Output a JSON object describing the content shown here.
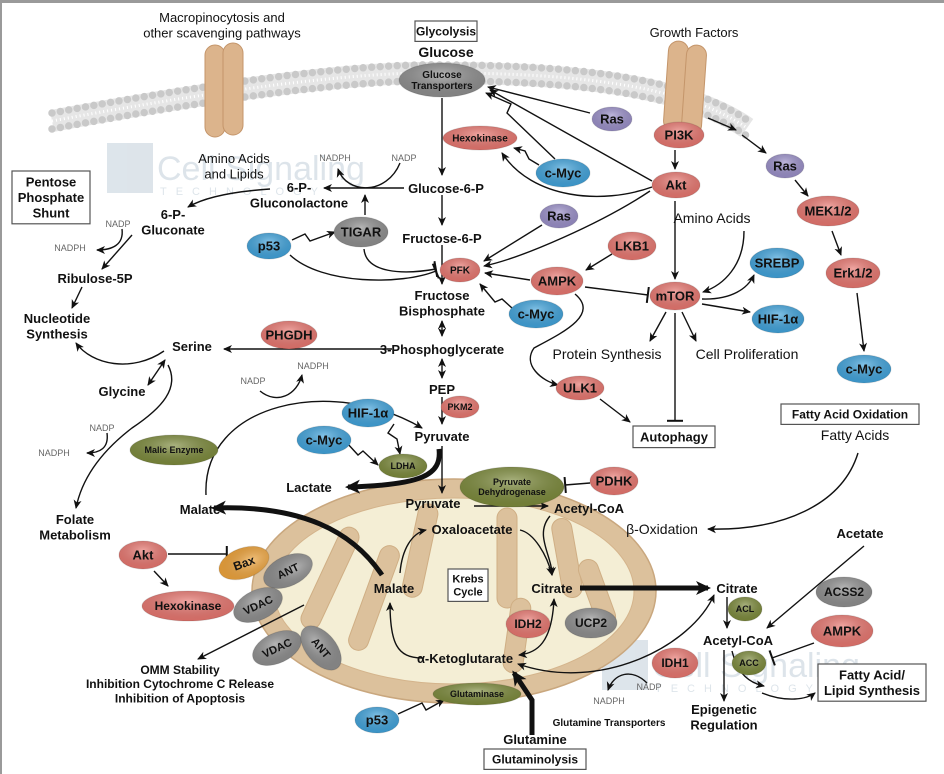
{
  "colors": {
    "red": "#e9766f",
    "blue": "#3fa3dc",
    "purple": "#9a8fc9",
    "olive": "#7c8a3a",
    "gray": "#8e8e8e",
    "orange": "#f0a43a",
    "channel": "#dcb48c",
    "mito_outer": "#dcc19c",
    "mito_inner": "#f4eed5",
    "membrane": "#c9c9c9"
  },
  "boxes": {
    "glycolysis": [
      "Glycolysis"
    ],
    "pentose": [
      "Pentose",
      "Phosphate",
      "Shunt"
    ],
    "autophagy": [
      "Autophagy"
    ],
    "fao": [
      "Fatty Acid Oxidation"
    ],
    "krebs": [
      "Krebs",
      "Cycle"
    ],
    "fa_synthesis": [
      "Fatty Acid/",
      "Lipid Synthesis"
    ],
    "glutaminolysis": [
      "Glutaminolysis"
    ]
  },
  "proteins": {
    "glucose_transporters": [
      "Glucose",
      "Transporters"
    ],
    "hexokinase_top": "Hexokinase",
    "ras_1": "Ras",
    "cmyc_1": "c-Myc",
    "pi3k": "PI3K",
    "akt_1": "Akt",
    "ras_2": "Ras",
    "mek": "MEK1/2",
    "erk": "Erk1/2",
    "cmyc_2": "c-Myc",
    "srebp": "SREBP",
    "hif_1": "HIF-1α",
    "mtor": "mTOR",
    "lkb1": "LKB1",
    "ampk_1": "AMPK",
    "ras_3": "Ras",
    "cmyc_3": "c-Myc",
    "pfk": "PFK",
    "tigar": "TIGAR",
    "p53_1": "p53",
    "phgdh": "PHGDH",
    "ulk1": "ULK1",
    "pkm2": "PKM2",
    "hif_2": "HIF-1α",
    "cmyc_4": "c-Myc",
    "ldha": "LDHA",
    "malic_enzyme": "Malic Enzyme",
    "pdh": [
      "Pyruvate",
      "Dehydrogenase"
    ],
    "pdhk": "PDHK",
    "akt_2": "Akt",
    "bax": "Bax",
    "ant_1": "ANT",
    "vdac_1": "VDAC",
    "hexokinase_mito": "Hexokinase",
    "vdac_2": "VDAC",
    "ant_2": "ANT",
    "idh2": "IDH2",
    "ucp2": "UCP2",
    "idh1": "IDH1",
    "acl": "ACL",
    "acc": "ACC",
    "acss2": "ACSS2",
    "ampk_2": "AMPK",
    "glutaminase": "Glutaminase",
    "p53_2": "p53"
  },
  "labels": {
    "macropinocytosis": [
      "Macropinocytosis and",
      "other scavenging pathways"
    ],
    "glucose": "Glucose",
    "growth_factors": "Growth Factors",
    "amino_acids_lipids": [
      "Amino Acids",
      "and Lipids"
    ],
    "gluconolactone": [
      "6-P-",
      "Gluconolactone"
    ],
    "glucose_6p": "Glucose-6-P",
    "gluconate": [
      "6-P-",
      "Gluconate"
    ],
    "ribulose": "Ribulose-5P",
    "nucleotide": [
      "Nucleotide",
      "Synthesis"
    ],
    "fructose_6p": "Fructose-6-P",
    "fbp": [
      "Fructose",
      "Bisphosphate"
    ],
    "pg3": "3-Phosphoglycerate",
    "serine": "Serine",
    "glycine": "Glycine",
    "pep": "PEP",
    "pyruvate_cyto": "Pyruvate",
    "folate": [
      "Folate",
      "Metabolism"
    ],
    "lactate": "Lactate",
    "malate_cyto": "Malate",
    "pyruvate_mito": "Pyruvate",
    "acetyl_coa_mito": "Acetyl-CoA",
    "oxaloacetate": "Oxaloacetate",
    "beta_oxidation": "β-Oxidation",
    "fatty_acids": "Fatty Acids",
    "acetate": "Acetate",
    "malate_mito": "Malate",
    "citrate_mito": "Citrate",
    "citrate_cyto": "Citrate",
    "acetyl_coa_cyto": "Acetyl-CoA",
    "akg": "α-Ketoglutarate",
    "epigenetic": [
      "Epigenetic",
      "Regulation"
    ],
    "omm": [
      "OMM Stability",
      "Inhibition Cytochrome C Release",
      "Inhibition of Apoptosis"
    ],
    "glutamine_transporters": "Glutamine Transporters",
    "glutamine": "Glutamine",
    "amino_acids": "Amino Acids",
    "protein_synthesis": "Protein Synthesis",
    "cell_proliferation": "Cell Proliferation"
  },
  "cofactors": {
    "nadph_1": "NADPH",
    "nadp_1": "NADP",
    "nadp_2": "NADP",
    "nadph_2": "NADPH",
    "nadph_3": "NADPH",
    "nadp_3": "NADP",
    "nadp_4": "NADP",
    "nadph_4": "NADPH",
    "nadph_5": "NADPH",
    "nadp_5": "NADP"
  },
  "watermark": [
    "Cell Signaling",
    "TECHNOLOGY"
  ]
}
